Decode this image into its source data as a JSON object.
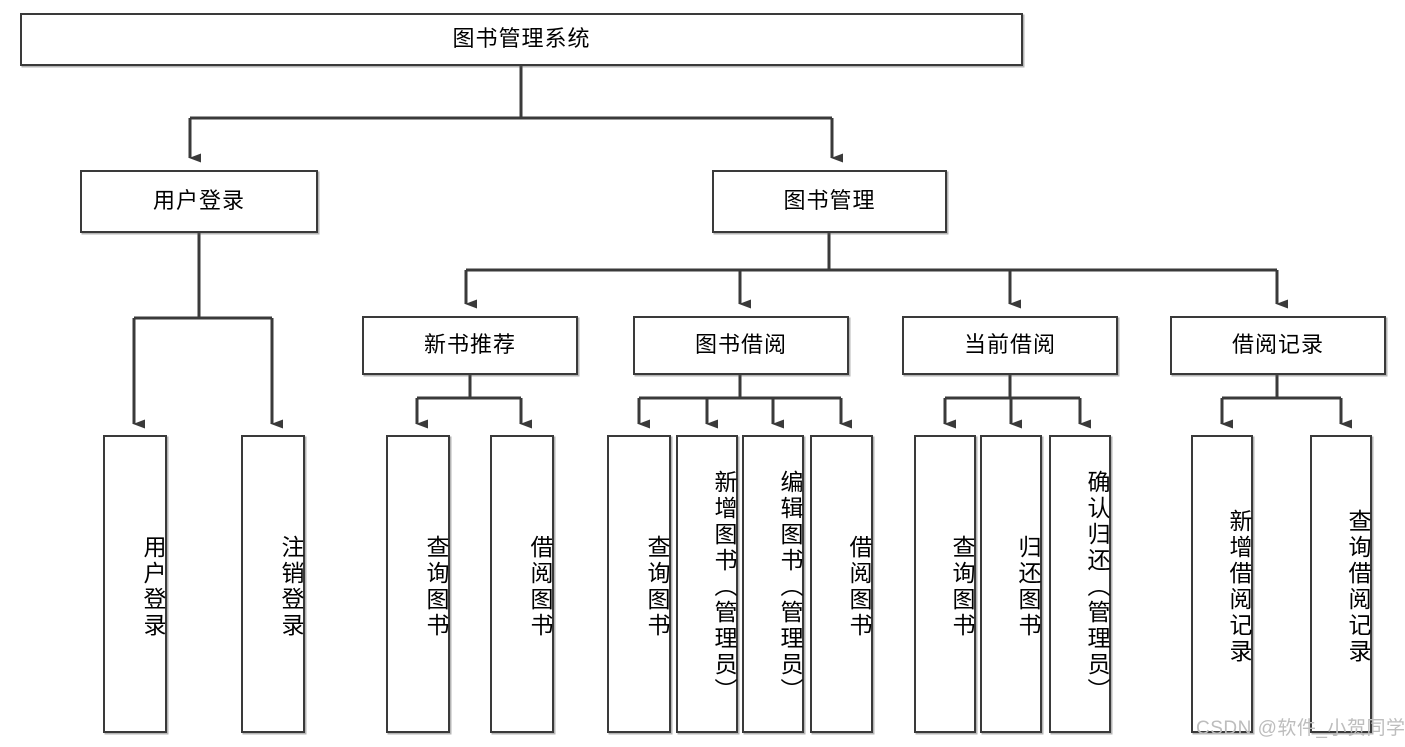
{
  "diagram": {
    "title": "图书管理系统",
    "root": {
      "label": "图书管理系统"
    },
    "level2": [
      {
        "label": "用户登录"
      },
      {
        "label": "图书管理"
      }
    ],
    "level3": [
      {
        "label": "新书推荐"
      },
      {
        "label": "图书借阅"
      },
      {
        "label": "当前借阅"
      },
      {
        "label": "借阅记录"
      }
    ],
    "leaves": {
      "user_login": [
        "用户登录",
        "注销登录"
      ],
      "new_book": [
        "查询图书",
        "借阅图书"
      ],
      "book_borrow": [
        "查询图书",
        "新增图书（管理员）",
        "编辑图书（管理员）",
        "借阅图书"
      ],
      "current_borrow": [
        "查询图书",
        "归还图书",
        "确认归还（管理员）"
      ],
      "borrow_record": [
        "新增借阅记录",
        "查询借阅记录"
      ]
    }
  },
  "watermark": {
    "text": "CSDN @软件_小贺同学"
  },
  "colors": {
    "stroke": "#3a3a3a",
    "fill": "#ffffff",
    "text": "#000000",
    "watermark": "#bdbdbd"
  }
}
